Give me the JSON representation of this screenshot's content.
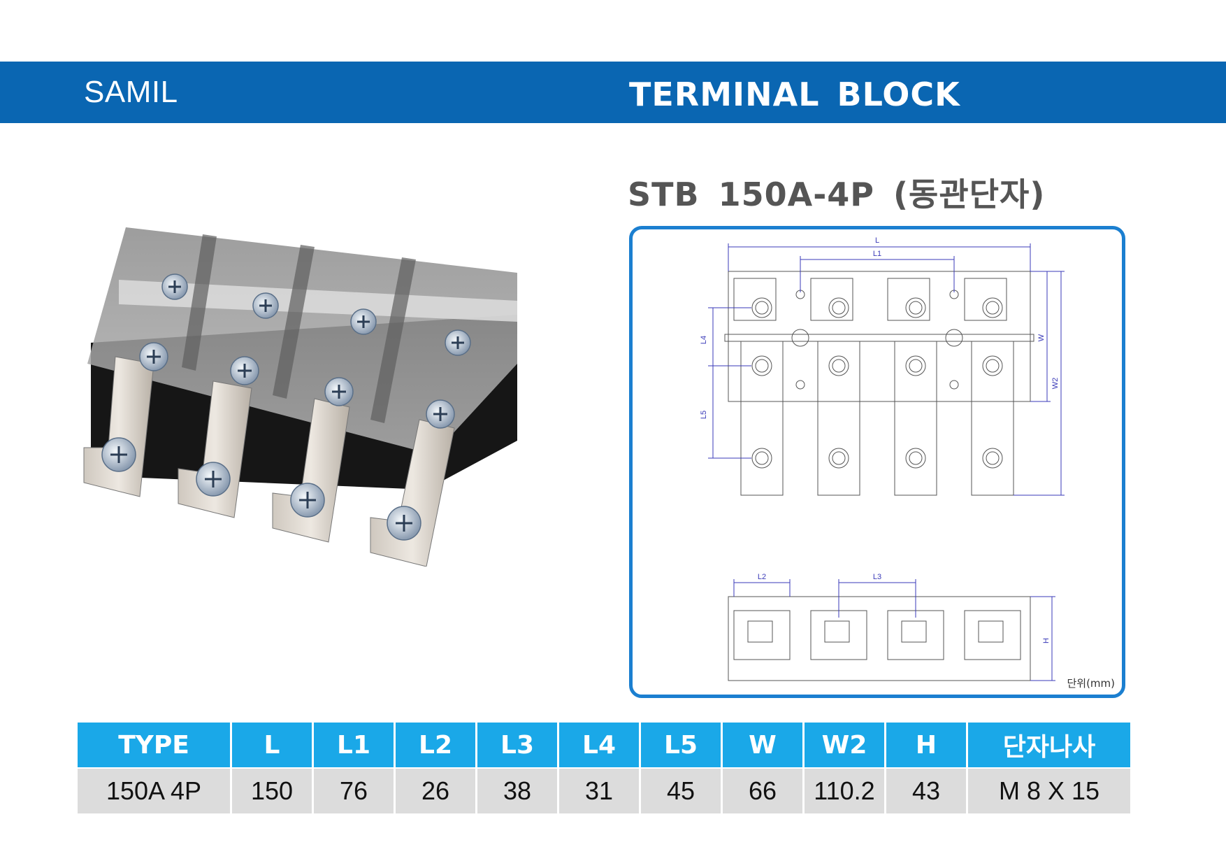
{
  "header": {
    "brand": "SAMIL",
    "title": "TERMINAL  BLOCK"
  },
  "product": {
    "model": "STB  150A-4P  (동관단자)"
  },
  "drawing": {
    "unit_label": "단위(mm)",
    "dimension_labels": {
      "L": "L",
      "L1": "L1",
      "L2": "L2",
      "L3": "L3",
      "L4": "L4",
      "L5": "L5",
      "W": "W",
      "W2": "W2",
      "H": "H"
    }
  },
  "spec_table": {
    "headers": [
      "TYPE",
      "L",
      "L1",
      "L2",
      "L3",
      "L4",
      "L5",
      "W",
      "W2",
      "H",
      "단자나사"
    ],
    "row": [
      "150A  4P",
      "150",
      "76",
      "26",
      "38",
      "31",
      "45",
      "66",
      "110.2",
      "43",
      "M  8  X  15"
    ]
  },
  "colors": {
    "banner": "#0a66b2",
    "frame_border": "#1b7fd0",
    "table_header": "#1aa8e8",
    "table_row": "#dcdcdc"
  }
}
